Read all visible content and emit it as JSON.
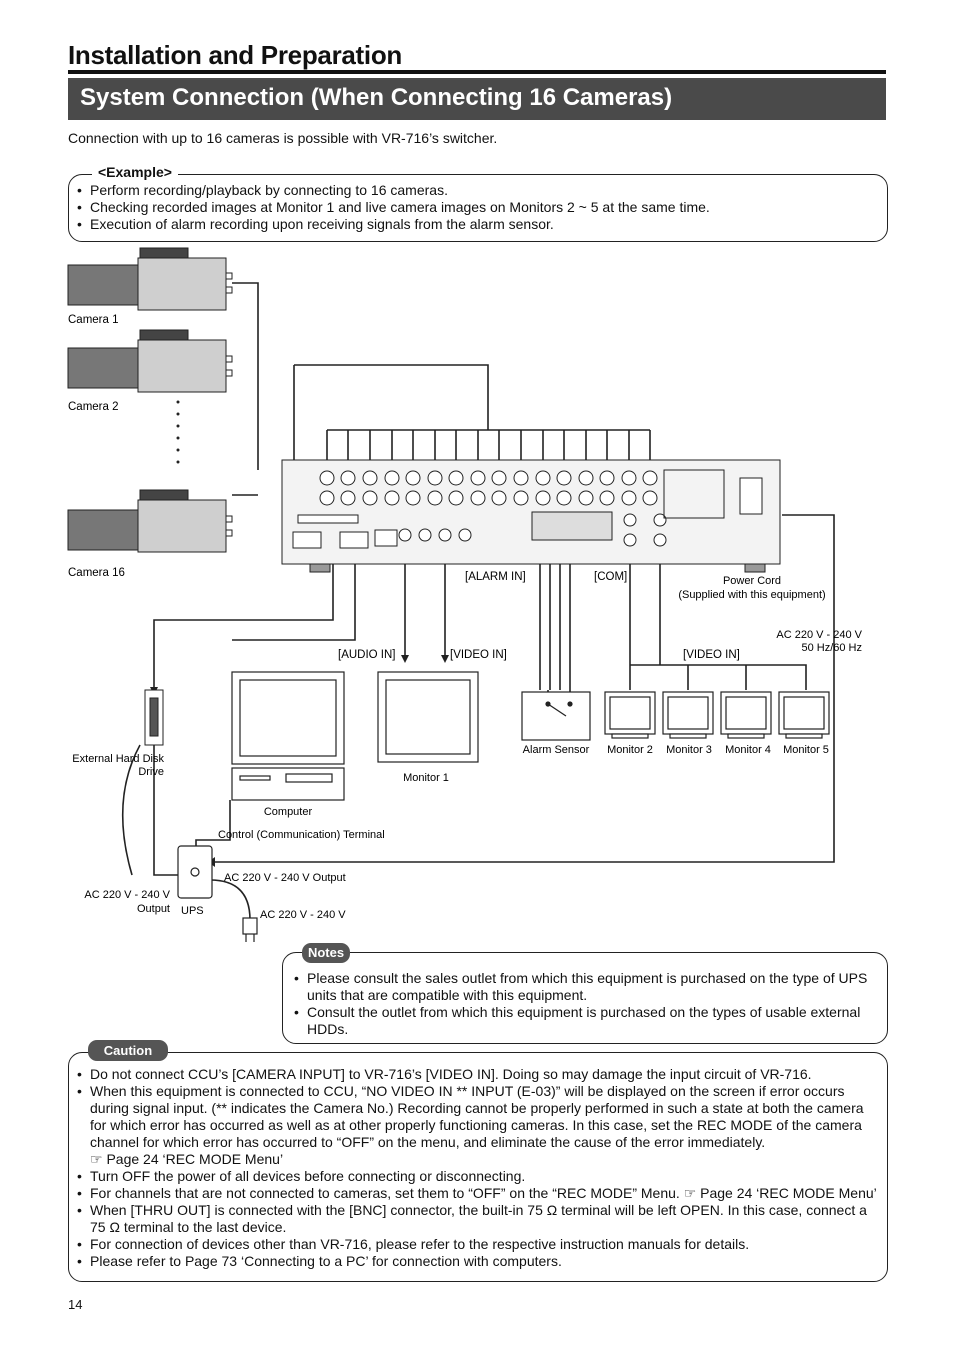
{
  "page": {
    "section_title": "Installation and Preparation",
    "subsection_title": "System Connection (When Connecting 16 Cameras)",
    "intro": "Connection with up to 16 cameras is possible with VR-716’s switcher.",
    "page_number": "14"
  },
  "example": {
    "label": "<Example>",
    "items": [
      "Perform recording/playback by connecting to 16 cameras.",
      "Checking recorded images at Monitor 1 and live camera images on Monitors 2 ~ 5 at the same time.",
      "Execution of alarm recording upon receiving signals from the alarm sensor."
    ]
  },
  "diagram": {
    "camera_1": "Camera 1",
    "camera_2": "Camera 2",
    "camera_16": "Camera 16",
    "alarm_in": "[ALARM IN]",
    "com": "[COM]",
    "power_cord": "Power Cord",
    "power_cord_note": "(Supplied with this equipment)",
    "ac_spec_1": "AC 220 V - 240 V",
    "ac_spec_2": "50 Hz/60 Hz",
    "audio_in": "[AUDIO IN]",
    "video_in_1": "[VIDEO IN]",
    "video_in_2": "[VIDEO IN]",
    "ext_hdd_1": "External Hard Disk",
    "ext_hdd_2": "Drive",
    "computer": "Computer",
    "monitor_1": "Monitor 1",
    "alarm_sensor": "Alarm Sensor",
    "monitor_2": "Monitor 2",
    "monitor_3": "Monitor 3",
    "monitor_4": "Monitor 4",
    "monitor_5": "Monitor 5",
    "control_terminal": "Control (Communication) Terminal",
    "ups_output": "AC 220 V - 240 V Output",
    "ups_left_1": "AC 220 V - 240 V",
    "ups_left_2": "Output",
    "ups": "UPS",
    "ups_input": "AC 220 V - 240 V"
  },
  "notes": {
    "label": "Notes",
    "items": [
      "Please consult the sales outlet from which this equipment is purchased on the type of UPS units that are compatible with this equipment.",
      "Consult the outlet from which this equipment is purchased on the types of usable external HDDs."
    ]
  },
  "caution": {
    "label": "Caution",
    "items": [
      "Do not connect CCU’s [CAMERA INPUT] to VR-716’s [VIDEO IN]. Doing so may damage the input circuit of VR-716.",
      "When this equipment is connected to CCU, “NO VIDEO IN ** INPUT (E-03)” will be displayed on the screen if error occurs during signal input. (** indicates the Camera No.) Recording cannot be properly performed in such a state at both the camera for which error has occurred as well as at other properly functioning cameras. In this case, set the REC MODE of the camera channel for which error has occurred to “OFF” on the menu, and eliminate the cause of the error immediately.",
      "☞ Page 24 ‘REC MODE Menu’",
      "Turn OFF the power of all devices before connecting or disconnecting.",
      "For channels that are not connected to cameras, set them to “OFF” on the “REC MODE” Menu. ☞ Page 24 ‘REC MODE Menu’",
      "When [THRU OUT] is connected with the [BNC] connector, the built-in 75 Ω terminal will be left OPEN. In this case, connect a 75 Ω terminal to the last device.",
      "For connection of devices other than VR-716, please refer to the respective instruction manuals for details.",
      "Please refer to Page 73 ‘Connecting to a PC’ for connection with computers."
    ]
  }
}
